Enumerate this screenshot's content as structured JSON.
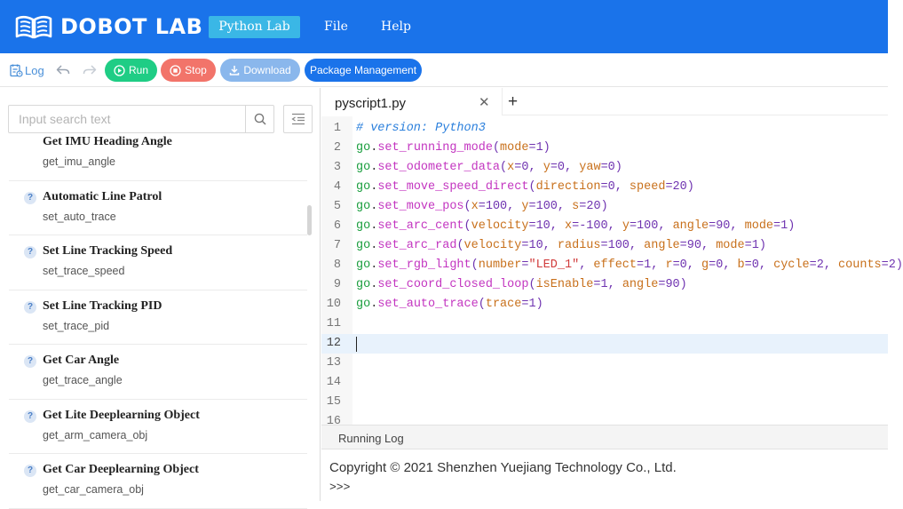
{
  "header": {
    "brand": "DOBOT LAB",
    "mode_tab": "Python Lab",
    "menu": [
      "File",
      "Help"
    ]
  },
  "toolbar": {
    "log": "Log",
    "run": "Run",
    "stop": "Stop",
    "download": "Download",
    "package": "Package Management"
  },
  "sidebar": {
    "search_placeholder": "Input search text",
    "blocks": [
      {
        "title": "Get IMU Heading Angle",
        "fn": "get_imu_angle"
      },
      {
        "title": "Automatic Line Patrol",
        "fn": "set_auto_trace"
      },
      {
        "title": "Set Line Tracking Speed",
        "fn": "set_trace_speed"
      },
      {
        "title": "Set Line Tracking PID",
        "fn": "set_trace_pid"
      },
      {
        "title": "Get Car Angle",
        "fn": "get_trace_angle"
      },
      {
        "title": "Get Lite Deeplearning Object",
        "fn": "get_arm_camera_obj"
      },
      {
        "title": "Get Car Deeplearning Object",
        "fn": "get_car_camera_obj"
      }
    ]
  },
  "editor": {
    "tab_name": "pyscript1.py",
    "lines": [
      "# version: Python3",
      "go.set_running_mode(mode=1)",
      "go.set_odometer_data(x=0, y=0, yaw=0)",
      "go.set_move_speed_direct(direction=0, speed=20)",
      "go.set_move_pos(x=100, y=100, s=20)",
      "go.set_arc_cent(velocity=10, x=-100, y=100, angle=90, mode=1)",
      "go.set_arc_rad(velocity=10, radius=100, angle=90, mode=1)",
      "go.set_rgb_light(number=\"LED_1\", effect=1, r=0, g=0, b=0, cycle=2, counts=2)",
      "go.set_coord_closed_loop(isEnable=1, angle=90)",
      "go.set_auto_trace(trace=1)",
      "",
      "",
      "",
      "",
      "",
      ""
    ],
    "active_line": 12
  },
  "log": {
    "title": "Running Log",
    "copyright": "Copyright © 2021 Shenzhen Yuejiang Technology Co., Ltd.",
    "prompt": ">>>"
  },
  "colors": {
    "header_bg": "#1a73ea",
    "mode_tab_bg": "#3ab7e6",
    "run": "#1fcd85",
    "stop": "#f2746a",
    "download": "#8ab7ec",
    "package": "#1a73ea"
  },
  "icons": [
    "dobot-book-logo-icon",
    "log-icon",
    "undo-icon",
    "redo-icon",
    "play-icon",
    "stop-icon",
    "download-icon",
    "search-icon",
    "collapse-list-icon",
    "help-icon",
    "close-icon",
    "plus-icon"
  ]
}
